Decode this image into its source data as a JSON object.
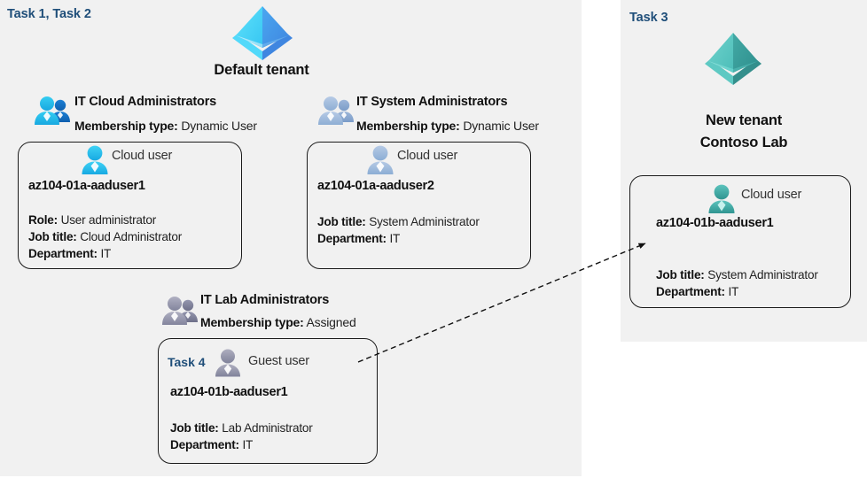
{
  "panels": {
    "left": {
      "task_label": "Task 1, Task 2"
    },
    "right": {
      "task_label": "Task 3"
    }
  },
  "tenants": [
    {
      "name": "Default tenant",
      "icon": "azure-ad-tenant-icon",
      "color": "#33bff0"
    },
    {
      "line1": "New  tenant",
      "line2": "Contoso Lab",
      "icon": "azure-ad-tenant-icon",
      "color": "#4fc3bd"
    }
  ],
  "groups": [
    {
      "name": "IT Cloud Administrators",
      "membership_label": "Membership type:",
      "membership_value": "Dynamic User",
      "icon": "group-users-icon",
      "icon_color": "#22b2ea"
    },
    {
      "name": "IT System Administrators",
      "membership_label": "Membership type:",
      "membership_value": "Dynamic User",
      "icon": "group-users-icon",
      "icon_color": "#9fb9da"
    },
    {
      "name": "IT Lab Administrators",
      "membership_label": "Membership type:",
      "membership_value": "Assigned",
      "icon": "group-users-icon",
      "icon_color": "#9a9ab0"
    }
  ],
  "cards": [
    {
      "user_type": "Cloud user",
      "user_icon": "cloud-user-icon",
      "icon_color": "#2ab8e8",
      "username": "az104-01a-aaduser1",
      "attrs": [
        {
          "key": "Role:",
          "value": "User administrator"
        },
        {
          "key": "Job title:",
          "value": "Cloud Administrator"
        },
        {
          "key": "Department:",
          "value": "IT"
        }
      ]
    },
    {
      "user_type": "Cloud user",
      "user_icon": "cloud-user-icon",
      "icon_color": "#9fb9da",
      "username": "az104-01a-aaduser2",
      "attrs": [
        {
          "key": "Job title:",
          "value": "System Administrator"
        },
        {
          "key": "Department:",
          "value": "IT"
        }
      ]
    },
    {
      "task_label": "Task 4",
      "user_type": "Guest user",
      "user_icon": "guest-user-icon",
      "icon_color": "#9a9ab0",
      "username": "az104-01b-aaduser1",
      "attrs": [
        {
          "key": "Job title:",
          "value": "Lab Administrator"
        },
        {
          "key": "Department:",
          "value": "IT"
        }
      ]
    },
    {
      "user_type": "Cloud user",
      "user_icon": "cloud-user-icon",
      "icon_color": "#3daaa4",
      "username": "az104-01b-aaduser1",
      "attrs": [
        {
          "key": "Job title:",
          "value": "System Administrator"
        },
        {
          "key": "Department:",
          "value": "IT"
        }
      ]
    }
  ],
  "connector": {
    "name": "invite-guest-arrow",
    "style": "dashed",
    "from": "IT Lab Administrators guest user card",
    "to": "Contoso Lab cloud user card"
  }
}
